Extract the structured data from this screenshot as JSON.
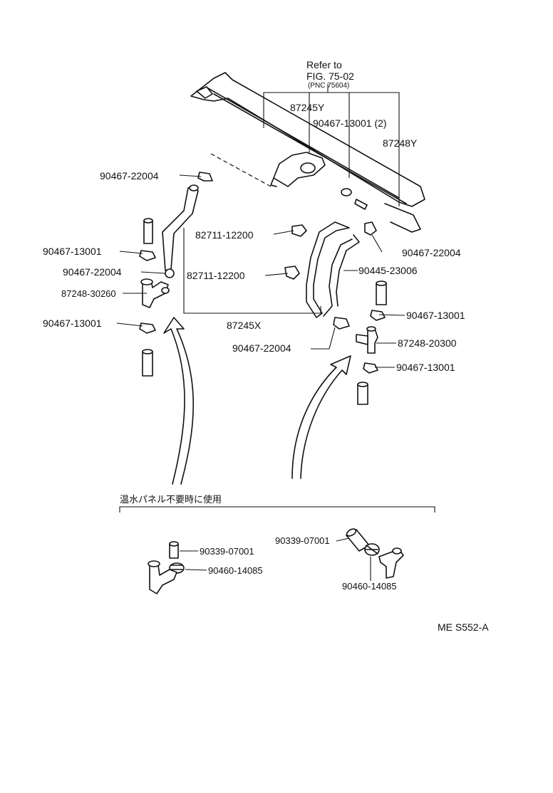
{
  "refer": {
    "line1": "Refer to",
    "line2": "FIG. 75-02",
    "line3": "(PNC 75604)"
  },
  "labels": {
    "l_87245Y": "87245Y",
    "l_90467_13001_2": "90467-13001 (2)",
    "l_87248Y": "87248Y",
    "l_90467_22004_a": "90467-22004",
    "l_82711_12200_a": "82711-12200",
    "l_90467_13001_a": "90467-13001",
    "l_90467_22004_b": "90467-22004",
    "l_87248_30260": "87248-30260",
    "l_82711_12200_b": "82711-12200",
    "l_90467_22004_c": "90467-22004",
    "l_90445_23006": "90445-23006",
    "l_90467_13001_b": "90467-13001",
    "l_87245X": "87245X",
    "l_90467_13001_c": "90467-13001",
    "l_87248_20300": "87248-20300",
    "l_90467_22004_d": "90467-22004",
    "l_90467_13001_d": "90467-13001",
    "l_note_jp": "温水パネル不要時に使用",
    "l_90339_07001_a": "90339-07001",
    "l_90460_14085_a": "90460-14085",
    "l_90339_07001_b": "90339-07001",
    "l_90460_14085_b": "90460-14085",
    "l_code": "ME S552-A"
  }
}
